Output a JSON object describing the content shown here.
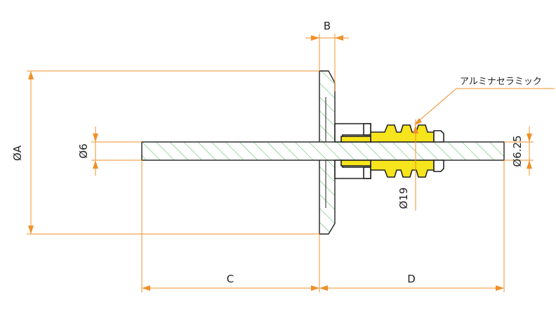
{
  "colors": {
    "dimension_line": "#f0902a",
    "outline": "#222222",
    "hatch": "#5fbf6a",
    "ceramic": "#f6e41c",
    "background": "#ffffff"
  },
  "labels": {
    "dim_a": "ØA",
    "dim_b": "B",
    "dim_c": "C",
    "dim_d": "D",
    "dim_6": "Ø6",
    "dim_19": "Ø19",
    "dim_625": "Ø6.25",
    "ceramic": "アルミナセラミック"
  }
}
